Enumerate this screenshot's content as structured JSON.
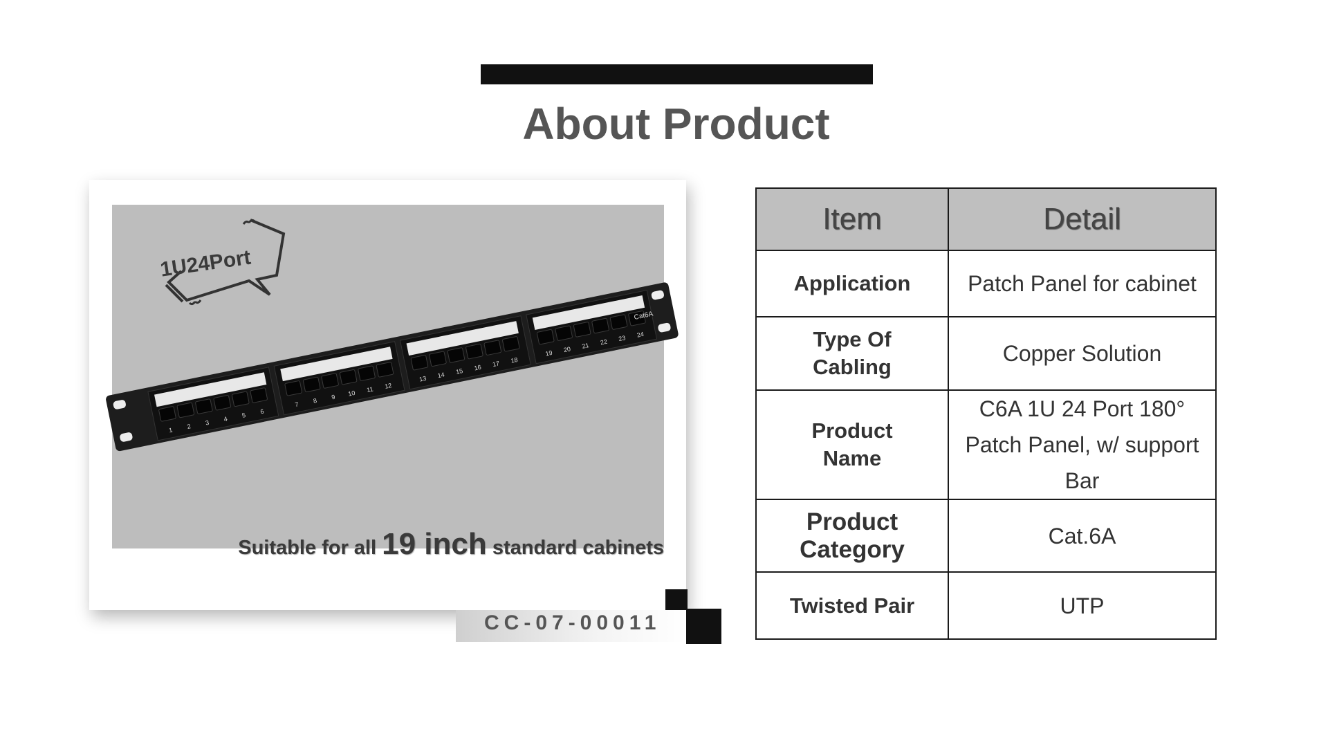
{
  "title": "About Product",
  "photo": {
    "badge": "1U24Port",
    "panel_label": "Cat6A",
    "ports": [
      "1",
      "2",
      "3",
      "4",
      "5",
      "6",
      "7",
      "8",
      "9",
      "10",
      "11",
      "12",
      "13",
      "14",
      "15",
      "16",
      "17",
      "18",
      "19",
      "20",
      "21",
      "22",
      "23",
      "24"
    ],
    "caption_pre": "Suitable for all",
    "caption_big": "19 inch",
    "caption_post": "standard cabinets"
  },
  "product_code": "CC-07-00011",
  "table": {
    "headers": [
      "Item",
      "Detail"
    ],
    "rows": [
      {
        "item": "Application",
        "detail": "Patch Panel for cabinet"
      },
      {
        "item": "Type Of Cabling",
        "detail": "Copper Solution"
      },
      {
        "item": "Product Name",
        "detail": "C6A 1U 24 Port 180°",
        "detail2": "Patch Panel, w/ support Bar"
      },
      {
        "item": "Product Category",
        "detail": "Cat.6A"
      },
      {
        "item": "Twisted Pair",
        "detail": "UTP"
      }
    ]
  }
}
